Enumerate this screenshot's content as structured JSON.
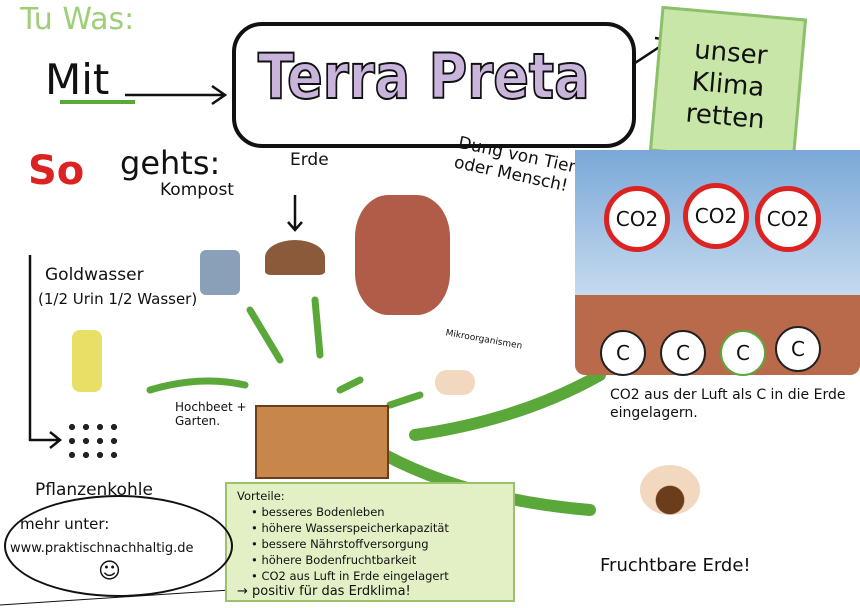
{
  "header": {
    "tu_was": "Tu Was:",
    "mit": "Mit",
    "title": "Terra Preta",
    "goal": [
      "unser",
      "Klima",
      "retten"
    ]
  },
  "steps": {
    "so_gehts_1": "So",
    "so_gehts_2": "gehts:",
    "kompost": "Kompost",
    "erde": "Erde",
    "dung": "Dung von Tier oder Mensch!",
    "goldwasser": "Goldwasser",
    "goldwasser_sub": "(1/2 Urin 1/2 Wasser)",
    "pflanzenkohle": "Pflanzenkohle",
    "mikroorganismen": "Mikroorganismen",
    "hochbeet": "Hochbeet + Garten."
  },
  "diagram": {
    "co2_labels": [
      "CO2",
      "CO2",
      "CO2"
    ],
    "c_labels": [
      "C",
      "C",
      "C",
      "C"
    ],
    "caption": "CO2 aus der Luft als C in die Erde eingelagern.",
    "result": "Fruchtbare Erde!"
  },
  "vorteile": {
    "heading": "Vorteile:",
    "items": [
      "• besseres Bodenleben",
      "• höhere Wasserspeicherkapazität",
      "• bessere Nährstoffversorgung",
      "• höhere Bodenfruchtbarkeit",
      "• CO2 aus Luft in Erde eingelagert"
    ],
    "conclusion": "→ positiv für das Erdklima!"
  },
  "footer": {
    "mehr_unter": "mehr unter:",
    "url": "www.praktischnachhaltig.de",
    "smiley": "☺"
  },
  "colors": {
    "green": "#5aa83a",
    "red": "#d22222",
    "lilac": "#c9b4dc",
    "soil": "#b86a4a"
  }
}
